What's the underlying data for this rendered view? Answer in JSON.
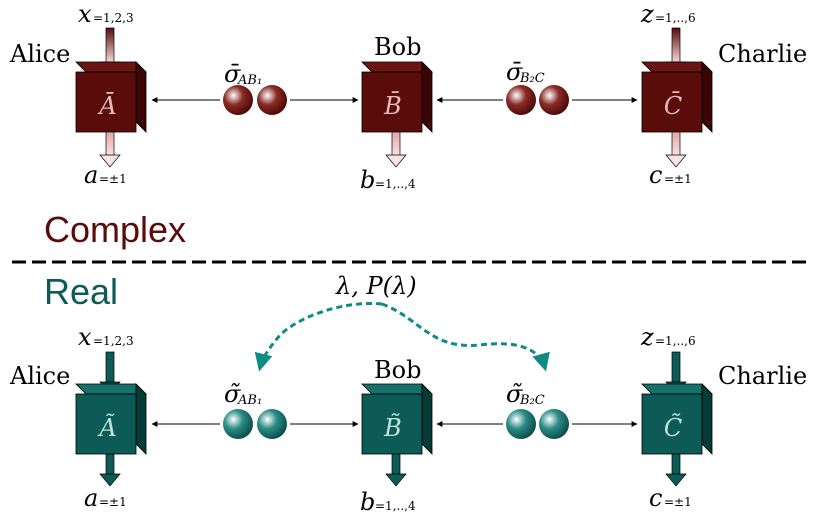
{
  "sections": {
    "complex": {
      "title": "Complex",
      "color": "#5a0c0a",
      "box_label_color": "#e6bcbc",
      "arrow_light": "#f4d6d6"
    },
    "real": {
      "title": "Real",
      "color": "#0d5b57",
      "box_label_color": "#bfe3e0",
      "arrow_light": "#cfeeee"
    }
  },
  "parties": {
    "alice": "Alice",
    "bob": "Bob",
    "charlie": "Charlie"
  },
  "complex": {
    "alice_input_var": "x",
    "alice_input_sub": "=1,2,3",
    "alice_output_var": "a",
    "alice_output_sub": "=±1",
    "alice_box": "Ā",
    "bob_box": "B̄",
    "bob_output_var": "b",
    "bob_output_sub": "=1,..,4",
    "charlie_input_var": "z",
    "charlie_input_sub": "=1,..,6",
    "charlie_output_var": "c",
    "charlie_output_sub": "=±1",
    "charlie_box": "C̄",
    "state_ab_sym": "σ̄",
    "state_ab_sub": "AB₁",
    "state_bc_sym": "σ̄",
    "state_bc_sub": "B₂C"
  },
  "real": {
    "alice_input_var": "x",
    "alice_input_sub": "=1,2,3",
    "alice_output_var": "a",
    "alice_output_sub": "=±1",
    "alice_box": "Ã",
    "bob_box": "B̃",
    "bob_output_var": "b",
    "bob_output_sub": "=1,..,4",
    "charlie_input_var": "z",
    "charlie_input_sub": "=1,..,6",
    "charlie_output_var": "c",
    "charlie_output_sub": "=±1",
    "charlie_box": "C̃",
    "state_ab_sym": "σ̃",
    "state_ab_sub": "AB₁",
    "state_bc_sym": "σ̃",
    "state_bc_sub": "B₂C",
    "shared_randomness": "λ, P(λ)"
  }
}
